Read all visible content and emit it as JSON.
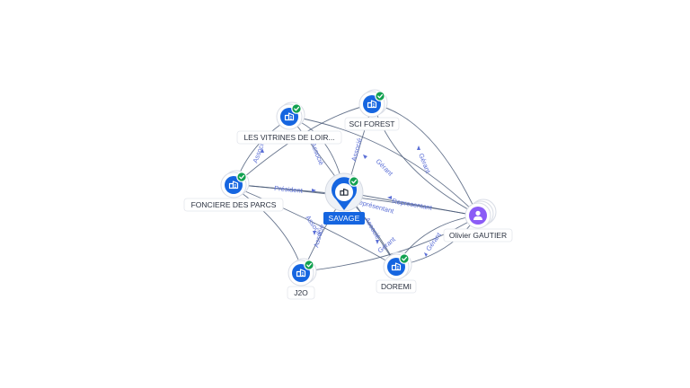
{
  "colors": {
    "company_node": "#1565e0",
    "person_node": "#8b5cf6",
    "verified_badge": "#12a150",
    "edge_label": "#5b6fd6",
    "edge_line": "#4a5a78"
  },
  "nodes": {
    "savage": {
      "label": "SAVAGE",
      "icon": "building-icon",
      "verified": true,
      "focus": true
    },
    "les_vitrines": {
      "label": "LES VITRINES DE LOIR...",
      "icon": "building-icon",
      "verified": true
    },
    "sci_forest": {
      "label": "SCI FOREST",
      "icon": "building-icon",
      "verified": true
    },
    "fonciere": {
      "label": "FONCIERE DES PARCS",
      "icon": "building-icon",
      "verified": true
    },
    "j2o": {
      "label": "J2O",
      "icon": "building-icon",
      "verified": true
    },
    "doremi": {
      "label": "DOREMI",
      "icon": "building-icon",
      "verified": true
    },
    "olivier": {
      "label": "Olivier GAUTIER",
      "icon": "person-icon",
      "verified": false
    }
  },
  "edge_labels": {
    "fonciere_savage": "Président",
    "olivier_savage": "Representant",
    "olivier_sci_forest_1": "Gérant",
    "olivier_sci_forest_2": "Gérant",
    "olivier_doremi_1": "Gérant",
    "olivier_doremi_2": "Gérant",
    "fonciere_les_vitrines": "Associé",
    "les_vitrines_savage": "Associé",
    "sci_forest_savage": "Associé",
    "fonciere_j2o": "Associé",
    "savage_doremi": "Associé",
    "savage_j2o": "Associé",
    "savage_center": "Représentant"
  }
}
